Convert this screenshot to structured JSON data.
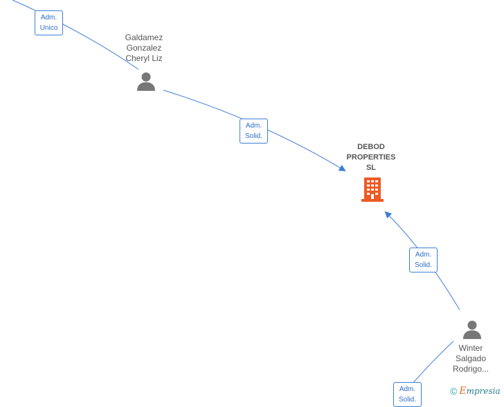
{
  "company": {
    "name_lines": [
      "DEBOD",
      "PROPERTIES",
      "SL"
    ]
  },
  "people": [
    {
      "name_lines": [
        "Galdamez",
        "Gonzalez",
        "Cheryl Liz"
      ]
    },
    {
      "name_lines": [
        "Winter",
        "Salgado",
        "Rodrigo..."
      ]
    }
  ],
  "edge_labels": [
    {
      "lines": [
        "Adm.",
        "Unico"
      ]
    },
    {
      "lines": [
        "Adm.",
        "Solid."
      ]
    },
    {
      "lines": [
        "Adm.",
        "Solid."
      ]
    },
    {
      "lines": [
        "Adm.",
        "Solid."
      ]
    }
  ],
  "watermark": {
    "symbol": "©",
    "brand_initial": "E",
    "brand_rest": "mpresia"
  },
  "colors": {
    "edge": "#3d7dd8",
    "company_icon": "#ee5a24",
    "person_icon": "#777777"
  }
}
